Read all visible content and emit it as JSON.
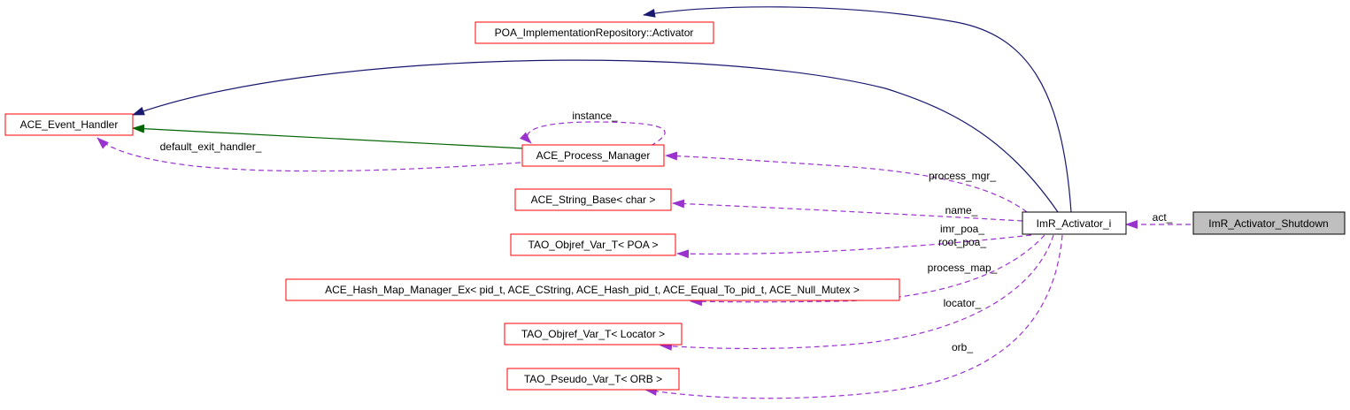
{
  "colors": {
    "inheritance": "#191970",
    "protected_inheritance": "#006400",
    "usage": "#9a32cd",
    "node_border": "#ff0000",
    "focus_fill": "#bfbfbf"
  },
  "nodes": {
    "poa_activator": "POA_ImplementationRepository::Activator",
    "ace_event_handler": "ACE_Event_Handler",
    "ace_process_manager": "ACE_Process_Manager",
    "ace_string_base": "ACE_String_Base< char >",
    "tao_objref_poa": "TAO_Objref_Var_T< POA >",
    "ace_hash_map": "ACE_Hash_Map_Manager_Ex< pid_t, ACE_CString, ACE_Hash_pid_t, ACE_Equal_To_pid_t, ACE_Null_Mutex >",
    "tao_objref_locator": "TAO_Objref_Var_T< Locator >",
    "tao_pseudo_orb": "TAO_Pseudo_Var_T< ORB >",
    "imr_activator_i": "ImR_Activator_i",
    "imr_activator_shutdown": "ImR_Activator_Shutdown"
  },
  "edge_labels": {
    "instance": "instance_",
    "default_exit_handler": "default_exit_handler_",
    "process_mgr": "process_mgr_",
    "name": "name_",
    "imr_poa": "imr_poa_",
    "root_poa": "root_poa_",
    "process_map": "process_map_",
    "locator": "locator_",
    "orb": "orb_",
    "act": "act_"
  }
}
